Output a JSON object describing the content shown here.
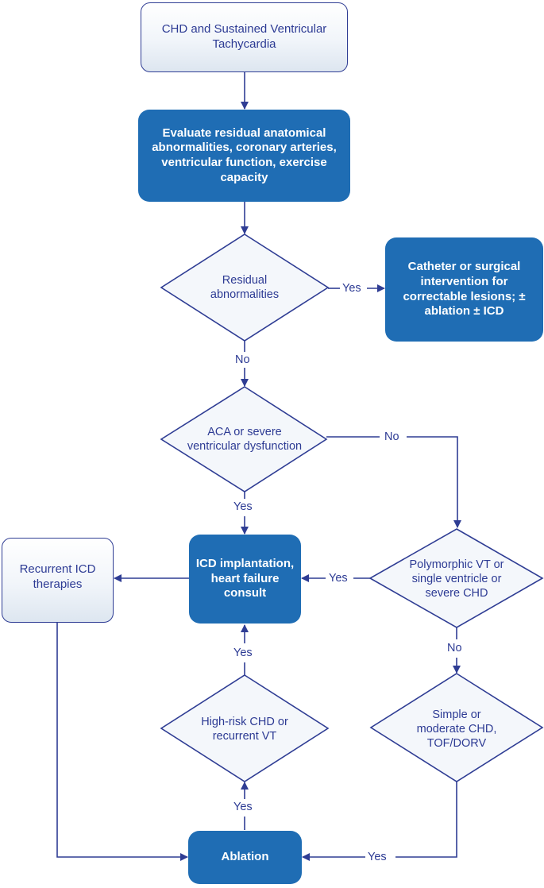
{
  "colors": {
    "accent": "#1f6db4",
    "line": "#2f3d94",
    "text": "#2d3b94"
  },
  "nodes": {
    "start": "CHD and Sustained Ventricular Tachycardia",
    "evaluate": "Evaluate residual anatomical abnormalities, coronary arteries, ventricular function, exercise capacity",
    "residual": "Residual abnormalities",
    "intervention": "Catheter or surgical intervention for correctable lesions; ± ablation ± ICD",
    "aca": "ACA or severe ventricular dysfunction",
    "icd": "ICD implantation, heart failure consult",
    "recurrent": "Recurrent ICD therapies",
    "polymorphic": "Polymorphic VT or single ventricle or severe CHD",
    "highrisk": "High-risk CHD or recurrent VT",
    "simple": "Simple or moderate CHD, TOF/DORV",
    "ablation": "Ablation"
  },
  "labels": {
    "yes": "Yes",
    "no": "No"
  }
}
